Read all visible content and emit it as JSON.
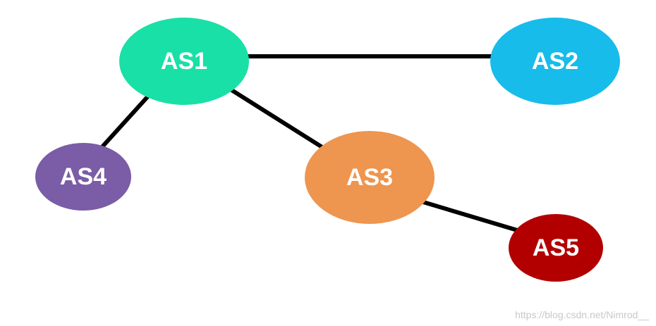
{
  "nodes": [
    {
      "id": "as1",
      "label": "AS1",
      "color": "#19e0a6"
    },
    {
      "id": "as2",
      "label": "AS2",
      "color": "#17bcea"
    },
    {
      "id": "as3",
      "label": "AS3",
      "color": "#ee954f"
    },
    {
      "id": "as4",
      "label": "AS4",
      "color": "#7b5ca6"
    },
    {
      "id": "as5",
      "label": "AS5",
      "color": "#b20000"
    }
  ],
  "edges": [
    {
      "from": "as1",
      "to": "as2"
    },
    {
      "from": "as1",
      "to": "as3"
    },
    {
      "from": "as1",
      "to": "as4"
    },
    {
      "from": "as3",
      "to": "as5"
    }
  ],
  "watermark": "https://blog.csdn.net/Nimrod__"
}
